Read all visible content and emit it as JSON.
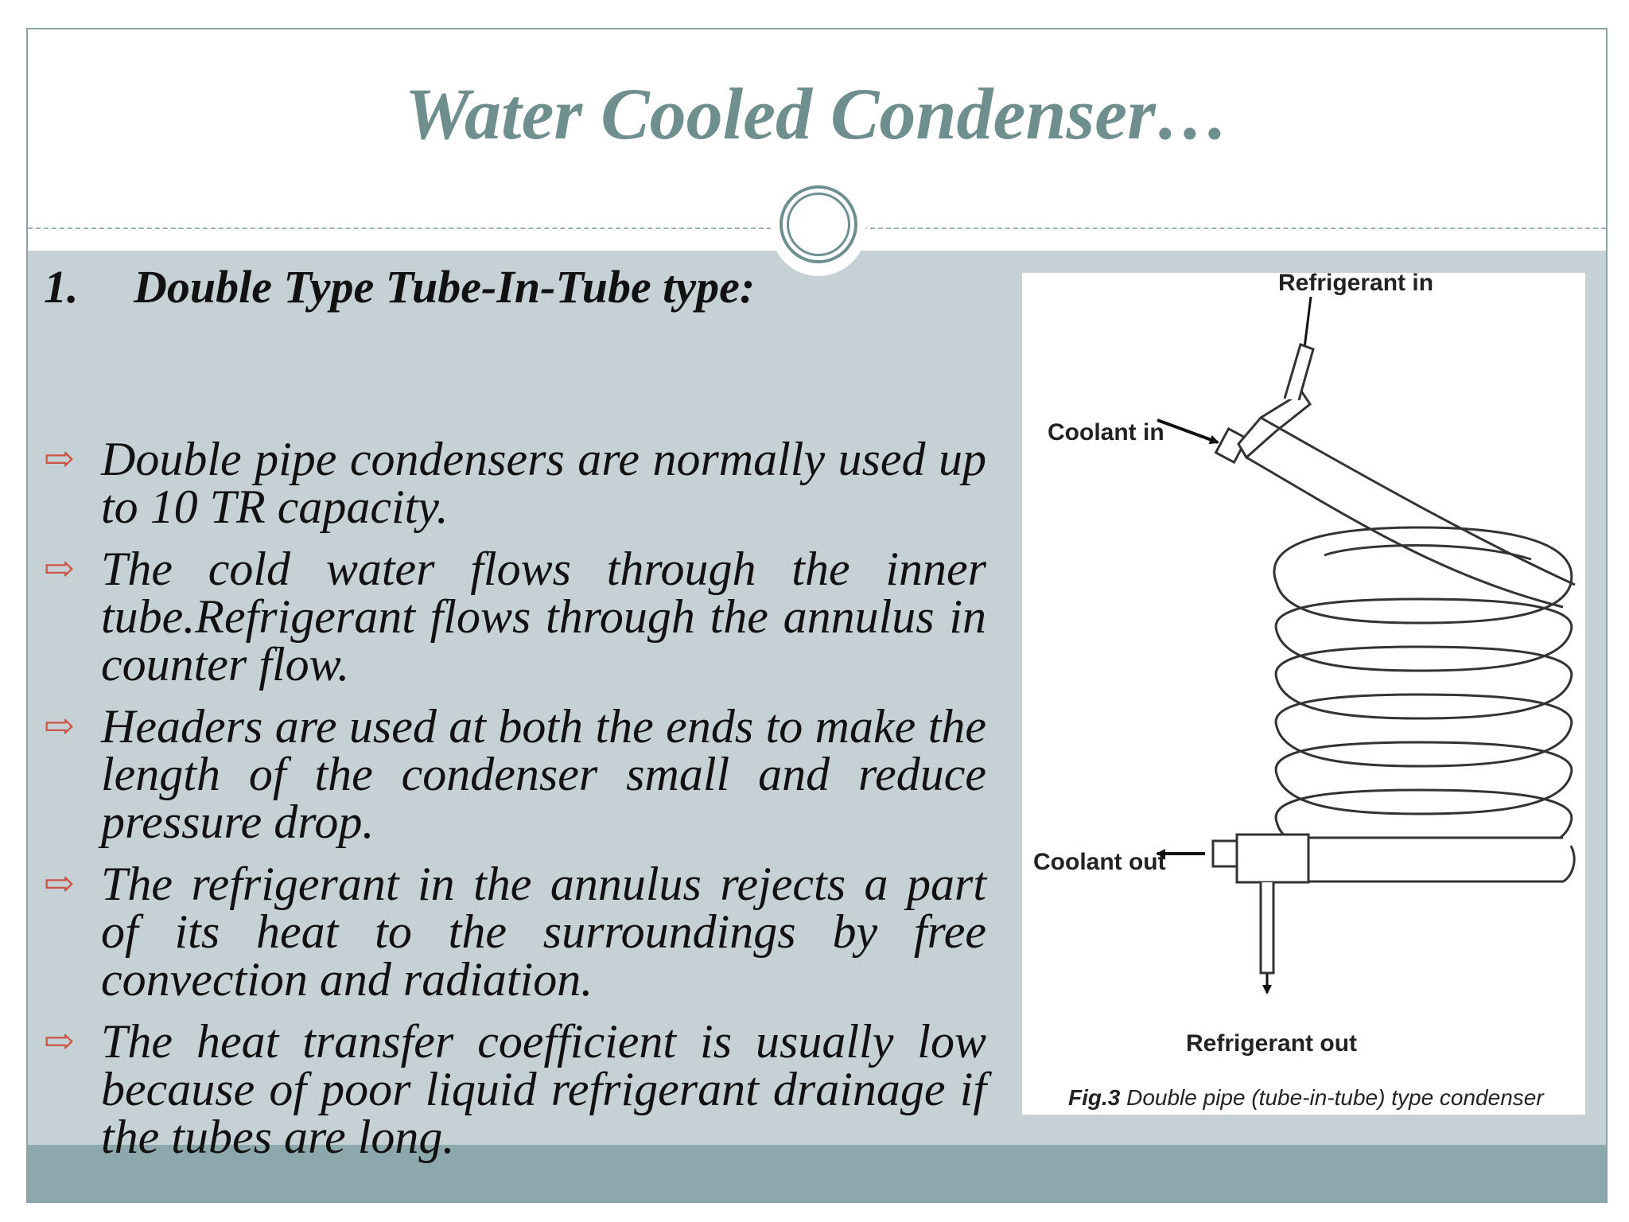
{
  "slide": {
    "title": "Water Cooled Condenser…",
    "section_number": "1.",
    "section_heading": "Double Type Tube-In-Tube type:",
    "bullets": [
      "Double pipe condensers are normally used up to 10 TR capacity.",
      "The cold water flows through the inner tube.Refrigerant flows through the annulus in counter flow.",
      "Headers are used at both the ends to make the length of the condenser small and reduce pressure drop.",
      "The refrigerant in the annulus rejects a part of its heat to the surroundings by free convection and radiation.",
      "The heat transfer coefficient is usually low  because  of poor liquid refrigerant drainage if the tubes are long."
    ],
    "bullet_glyph": "⇨"
  },
  "figure": {
    "labels": {
      "refrigerant_in": "Refrigerant in",
      "coolant_in": "Coolant in",
      "coolant_out": "Coolant out",
      "refrigerant_out": "Refrigerant out"
    },
    "caption_prefix": "Fig.3",
    "caption_text": " Double pipe (tube-in-tube) type condenser"
  },
  "colors": {
    "title": "#6f8f8e",
    "content_background": "#c5d1d4",
    "footer": "#8da8ac",
    "bullet_arrow": "#cc5544"
  }
}
